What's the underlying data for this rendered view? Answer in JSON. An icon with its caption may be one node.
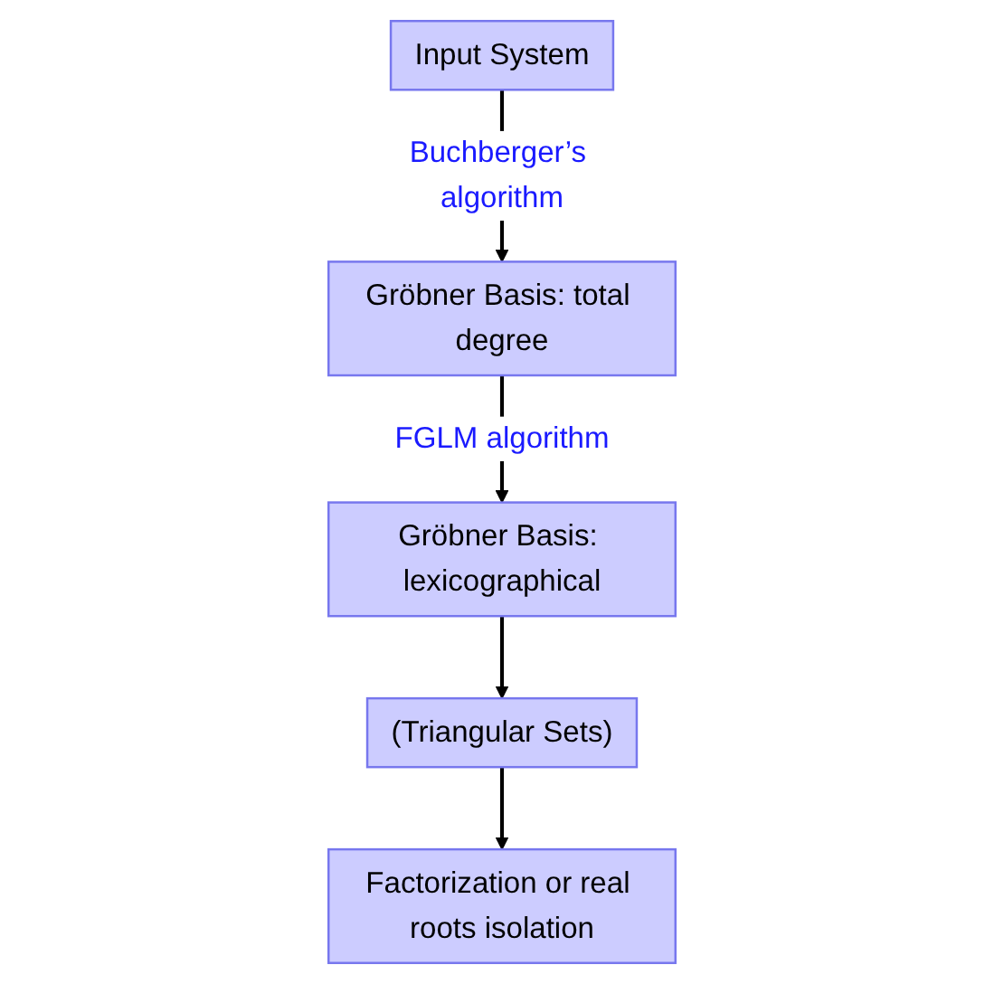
{
  "diagram": {
    "nodes": [
      {
        "text": [
          "Input System"
        ]
      },
      {
        "text": [
          "Gröbner Basis: total degree"
        ]
      },
      {
        "text": [
          "Gröbner Basis: lexicographical"
        ]
      },
      {
        "text": [
          "(Triangular Sets)"
        ]
      },
      {
        "text": [
          "Factorization or real roots isolation"
        ]
      }
    ],
    "edges": [
      {
        "from": 0,
        "to": 1,
        "arrow": "to",
        "label": "Buchberger’s algorithm"
      },
      {
        "from": 1,
        "to": 2,
        "arrow": "to",
        "label": "FGLM algorithm"
      },
      {
        "from": 2,
        "to": 3,
        "arrow": "to"
      },
      {
        "from": 3,
        "to": 4,
        "arrow": "to"
      }
    ]
  }
}
